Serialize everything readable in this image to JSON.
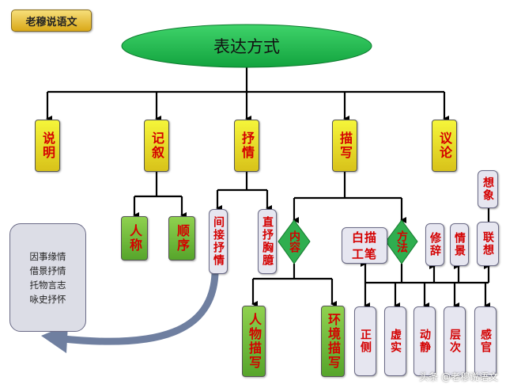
{
  "badge": "老穆说语文",
  "root": "表达方式",
  "level1": [
    "说明",
    "记叙",
    "抒情",
    "描写",
    "议论"
  ],
  "narration": [
    "人称",
    "顺序"
  ],
  "lyric": [
    "间接抒情",
    "直抒胸臆"
  ],
  "lyric_indirect_methods": [
    "因事缘情",
    "借景抒情",
    "托物言志",
    "咏史抒怀"
  ],
  "description": {
    "content": "内容",
    "method": "方法",
    "content_items": [
      "人物描写",
      "环境描写"
    ],
    "method_items": [
      "白描",
      "工笔"
    ],
    "rhetoric": "修辞",
    "scene": "情景",
    "imagination": "想象",
    "association": "联想",
    "pairs": [
      "正侧",
      "虚实",
      "动静",
      "层次",
      "感官"
    ]
  },
  "watermark": "头条 @老穆说语文",
  "colors": {
    "yellow": "#e8e02a",
    "green": "#6cbd3a",
    "grey": "#e6e6f0",
    "text_red": "#d40000",
    "ellipse": "#18b84a"
  }
}
